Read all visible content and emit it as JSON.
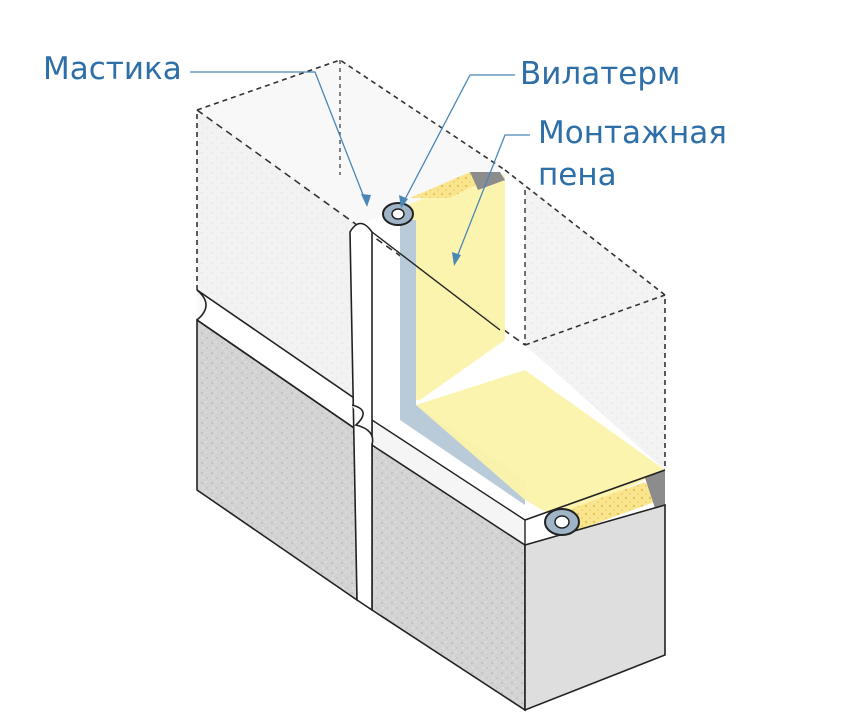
{
  "labels": {
    "mastic": "Мастика",
    "vilaterm": "Вилатерм",
    "foam_line1": "Монтажная",
    "foam_line2": "пена"
  },
  "colors": {
    "label_text": "#2e6fa8",
    "leader_line": "#4a86b8",
    "foam": "#fbf3ab",
    "foam_end": "#f4d57a",
    "vilaterm_cord": "#b9cbd9",
    "block_face": "#d6d6d6",
    "block_side": "#e2e2e2",
    "block_top": "#efefef",
    "outline": "#222222"
  }
}
